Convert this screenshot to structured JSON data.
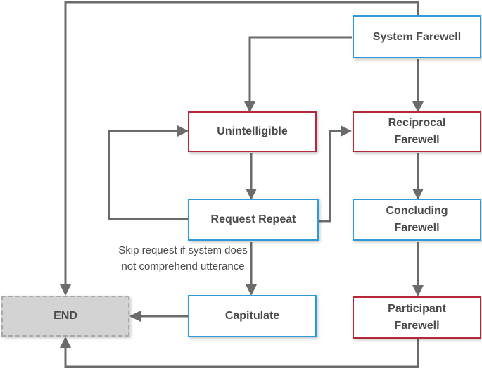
{
  "diagram": {
    "nodes": {
      "system_farewell": "System Farewell",
      "unintelligible": "Unintelligible",
      "reciprocal_farewell": "Reciprocal Farewell",
      "request_repeat": "Request Repeat",
      "concluding_farewell": "Concluding Farewell",
      "capitulate": "Capitulate",
      "participant_farewell": "Participant Farewell",
      "end": "END"
    },
    "note": "Skip request if system does not comprehend utterance",
    "colors": {
      "system_node_border": "#2e9bd6",
      "participant_node_border": "#b3293a",
      "end_fill": "#d3d3d3",
      "arrow": "#6b6b6b"
    }
  }
}
